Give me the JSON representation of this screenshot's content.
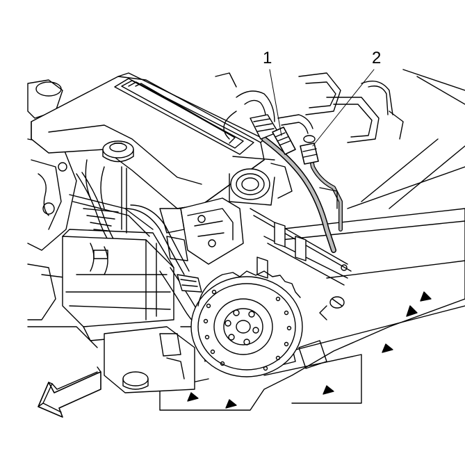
{
  "diagram": {
    "callouts": [
      {
        "label": "1",
        "target": "fuel-line-connector"
      },
      {
        "label": "2",
        "target": "fuel-rail-fitting"
      }
    ],
    "direction_arrow": "front-of-vehicle-arrow",
    "colors": {
      "line": "#000000",
      "background": "#ffffff",
      "fill_gray": "#bdbdbd"
    }
  }
}
